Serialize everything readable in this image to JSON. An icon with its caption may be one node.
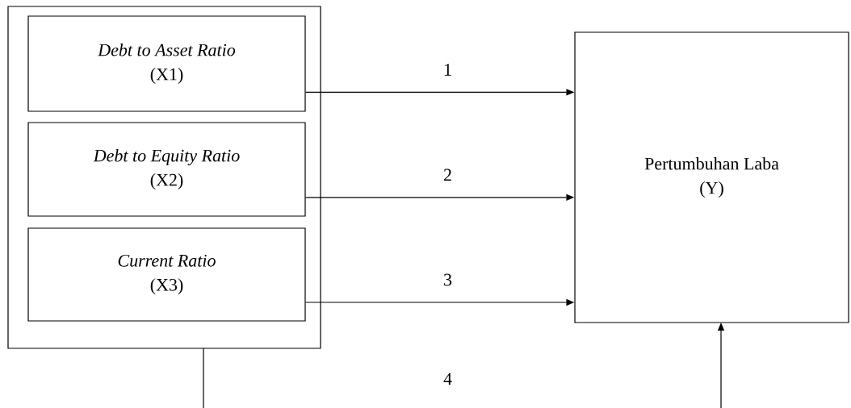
{
  "diagram": {
    "nodes": [
      {
        "text": [],
        "shape": "box"
      },
      {
        "text": [
          "Debt to Asset Ratio",
          "(X1)"
        ],
        "in": 0
      },
      {
        "text": [
          "Debt to Equity Ratio",
          "(X2)"
        ],
        "in": 0
      },
      {
        "text": [
          "Current Ratio",
          "(X3)"
        ],
        "in": 0
      },
      {
        "text": [
          "Pertumbuhan Laba",
          "(Y)"
        ]
      }
    ],
    "edges": [
      {
        "from": 1,
        "to": 4,
        "arrow": "to",
        "label": "1"
      },
      {
        "from": 2,
        "to": 4,
        "arrow": "to",
        "label": "2"
      },
      {
        "from": 3,
        "to": 4,
        "arrow": "to",
        "label": "3"
      },
      {
        "from": 0,
        "to": 4,
        "arrow": "to",
        "label": "4"
      }
    ]
  }
}
